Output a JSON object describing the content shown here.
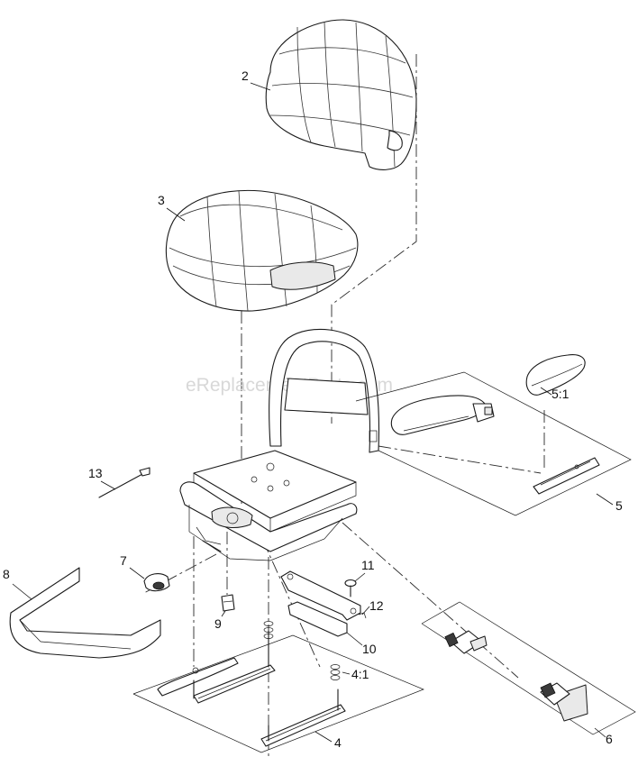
{
  "watermark": "eReplacementParts.com",
  "callouts": {
    "c2": "2",
    "c3": "3",
    "c4": "4",
    "c4_1": "4:1",
    "c5": "5",
    "c5_1": "5:1",
    "c6": "6",
    "c7": "7",
    "c8": "8",
    "c9": "9",
    "c10": "10",
    "c11": "11",
    "c12": "12",
    "c13": "13"
  }
}
